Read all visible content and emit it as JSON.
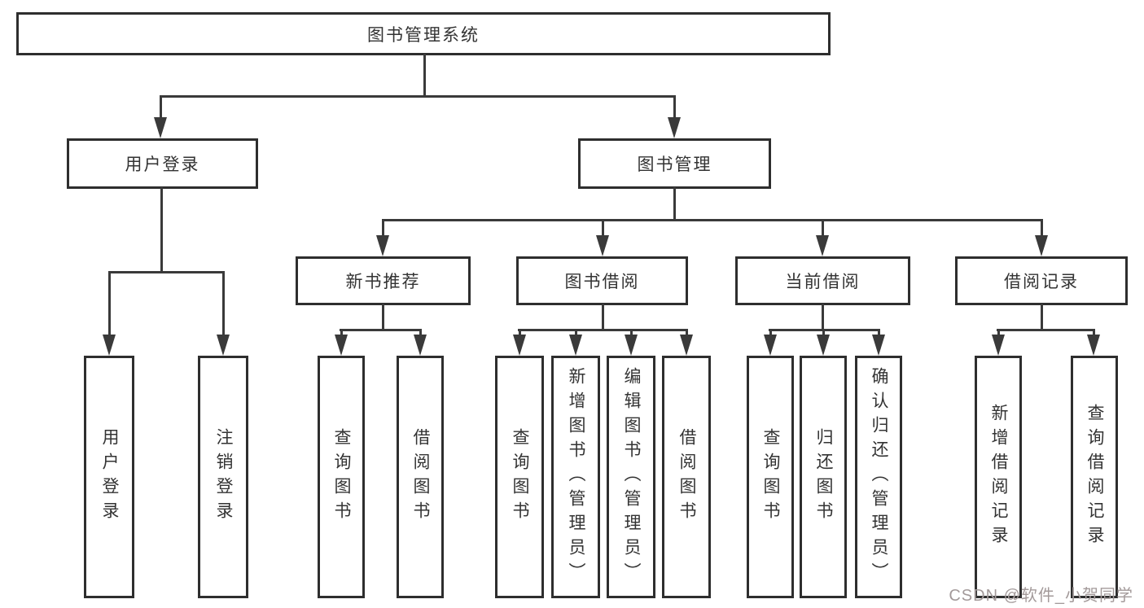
{
  "diagram": {
    "title": "图书管理系统",
    "type": "hierarchy-tree",
    "colors": {
      "box_border": "#2e2e2e",
      "line": "#3a3a3a",
      "text": "#333333",
      "background": "#ffffff",
      "watermark_text": "#a39a9a"
    },
    "watermark": "CSDN @软件_小贺同学",
    "nodes": [
      {
        "id": "root",
        "label": "图书管理系统",
        "parent": null
      },
      {
        "id": "user-login",
        "label": "用户登录",
        "parent": "root"
      },
      {
        "id": "book-management",
        "label": "图书管理",
        "parent": "root"
      },
      {
        "id": "new-book-recommend",
        "label": "新书推荐",
        "parent": "book-management"
      },
      {
        "id": "book-borrowing",
        "label": "图书借阅",
        "parent": "book-management"
      },
      {
        "id": "current-borrowing",
        "label": "当前借阅",
        "parent": "book-management"
      },
      {
        "id": "borrowing-records",
        "label": "借阅记录",
        "parent": "book-management"
      },
      {
        "id": "user-login-leaf",
        "label": "用户登录",
        "parent": "user-login"
      },
      {
        "id": "logout",
        "label": "注销登录",
        "parent": "user-login"
      },
      {
        "id": "query-books-recommend",
        "label": "查询图书",
        "parent": "new-book-recommend"
      },
      {
        "id": "borrow-books-recommend",
        "label": "借阅图书",
        "parent": "new-book-recommend"
      },
      {
        "id": "query-books-borrowing",
        "label": "查询图书",
        "parent": "book-borrowing"
      },
      {
        "id": "add-book-admin",
        "label": "新增图书（管理员）",
        "parent": "book-borrowing"
      },
      {
        "id": "edit-book-admin",
        "label": "编辑图书（管理员）",
        "parent": "book-borrowing"
      },
      {
        "id": "borrow-books-borrowing",
        "label": "借阅图书",
        "parent": "book-borrowing"
      },
      {
        "id": "query-books-current",
        "label": "查询图书",
        "parent": "current-borrowing"
      },
      {
        "id": "return-book",
        "label": "归还图书",
        "parent": "current-borrowing"
      },
      {
        "id": "confirm-return-admin",
        "label": "确认归还（管理员）",
        "parent": "current-borrowing"
      },
      {
        "id": "add-borrow-record",
        "label": "新增借阅记录",
        "parent": "borrowing-records"
      },
      {
        "id": "query-borrow-record",
        "label": "查询借阅记录",
        "parent": "borrowing-records"
      }
    ]
  }
}
